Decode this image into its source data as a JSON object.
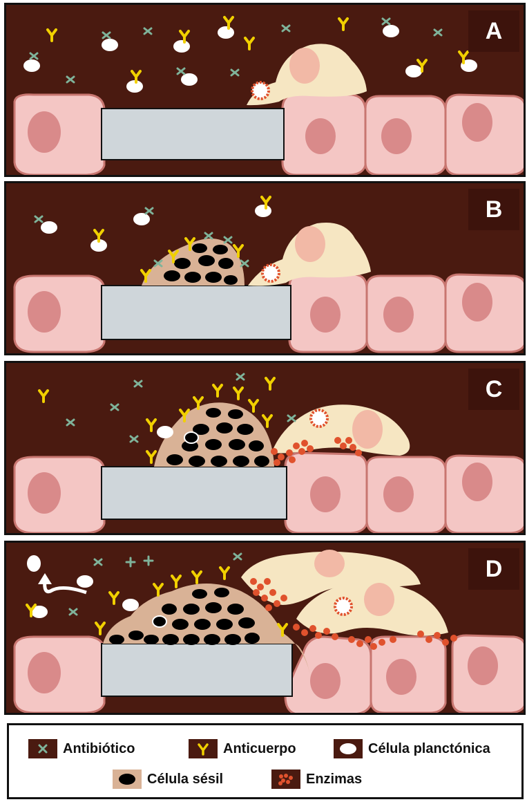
{
  "panels": [
    {
      "label": "A"
    },
    {
      "label": "B"
    },
    {
      "label": "C"
    },
    {
      "label": "D"
    }
  ],
  "legend": {
    "antibiotic": "Antibiótico",
    "antibody": "Anticuerpo",
    "planktonic": "Célula planctónica",
    "sessile": "Célula sésil",
    "enzymes": "Enzimas"
  },
  "colors": {
    "background": "#4a1a10",
    "tissue_cell": "#f4c6c4",
    "nucleus": "#d98a8a",
    "implant": "#cfd6da",
    "biofilm_matrix": "#d9b296",
    "sessile_cell": "#000000",
    "macrophage": "#f6e6c2",
    "antibiotic": "#7fb39a",
    "antibody": "#f1d000",
    "enzyme": "#e0522d"
  }
}
